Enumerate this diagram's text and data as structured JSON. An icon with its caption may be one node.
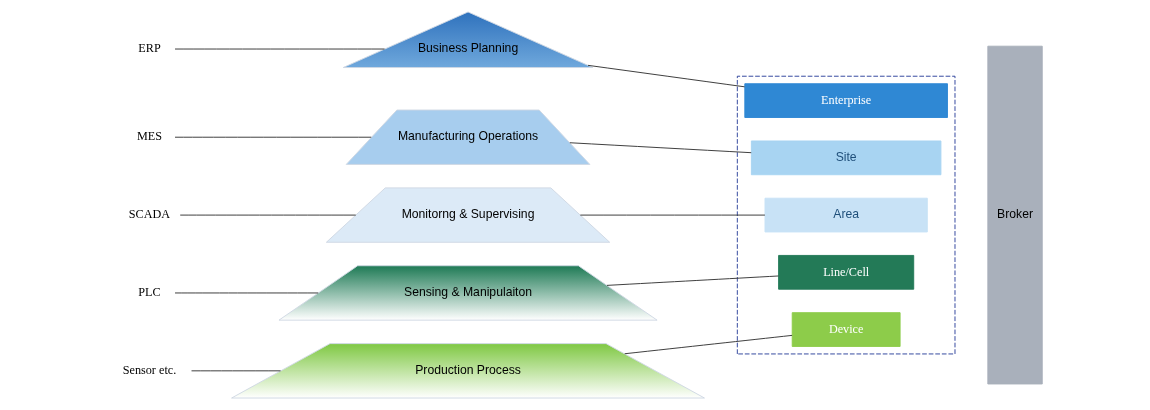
{
  "diagram": {
    "nodes": [
      {
        "text": [
          "ERP"
        ]
      },
      {
        "text": [
          "MES"
        ]
      },
      {
        "text": [
          "SCADA"
        ]
      },
      {
        "text": [
          "PLC"
        ]
      },
      {
        "text": [
          "Sensor etc."
        ]
      },
      {
        "text": [
          "Business Planning"
        ]
      },
      {
        "text": [
          "Manufacturing Operations"
        ]
      },
      {
        "text": [
          "Monitorng & Supervising"
        ]
      },
      {
        "text": [
          "Sensing & Manipulaiton"
        ]
      },
      {
        "text": [
          "Production Process"
        ]
      },
      {
        "text": [],
        "shape": "box"
      },
      {
        "text": [
          "Enterprise"
        ],
        "in": 10
      },
      {
        "text": [
          "Site"
        ],
        "in": 10
      },
      {
        "text": [
          "Area"
        ],
        "in": 10
      },
      {
        "text": [
          "Line/Cell"
        ],
        "in": 10
      },
      {
        "text": [
          "Device"
        ],
        "in": 10
      },
      {
        "text": [
          "Broker"
        ]
      }
    ],
    "edges": [
      {
        "from": 0,
        "to": 5,
        "arrow": "none"
      },
      {
        "from": 5,
        "to": 11,
        "arrow": "none"
      },
      {
        "from": 1,
        "to": 6,
        "arrow": "none"
      },
      {
        "from": 6,
        "to": 12,
        "arrow": "none"
      },
      {
        "from": 2,
        "to": 7,
        "arrow": "none"
      },
      {
        "from": 7,
        "to": 13,
        "arrow": "none"
      },
      {
        "from": 3,
        "to": 8,
        "arrow": "none"
      },
      {
        "from": 8,
        "to": 14,
        "arrow": "none"
      },
      {
        "from": 4,
        "to": 9,
        "arrow": "none"
      },
      {
        "from": 9,
        "to": 15,
        "arrow": "none"
      }
    ]
  }
}
